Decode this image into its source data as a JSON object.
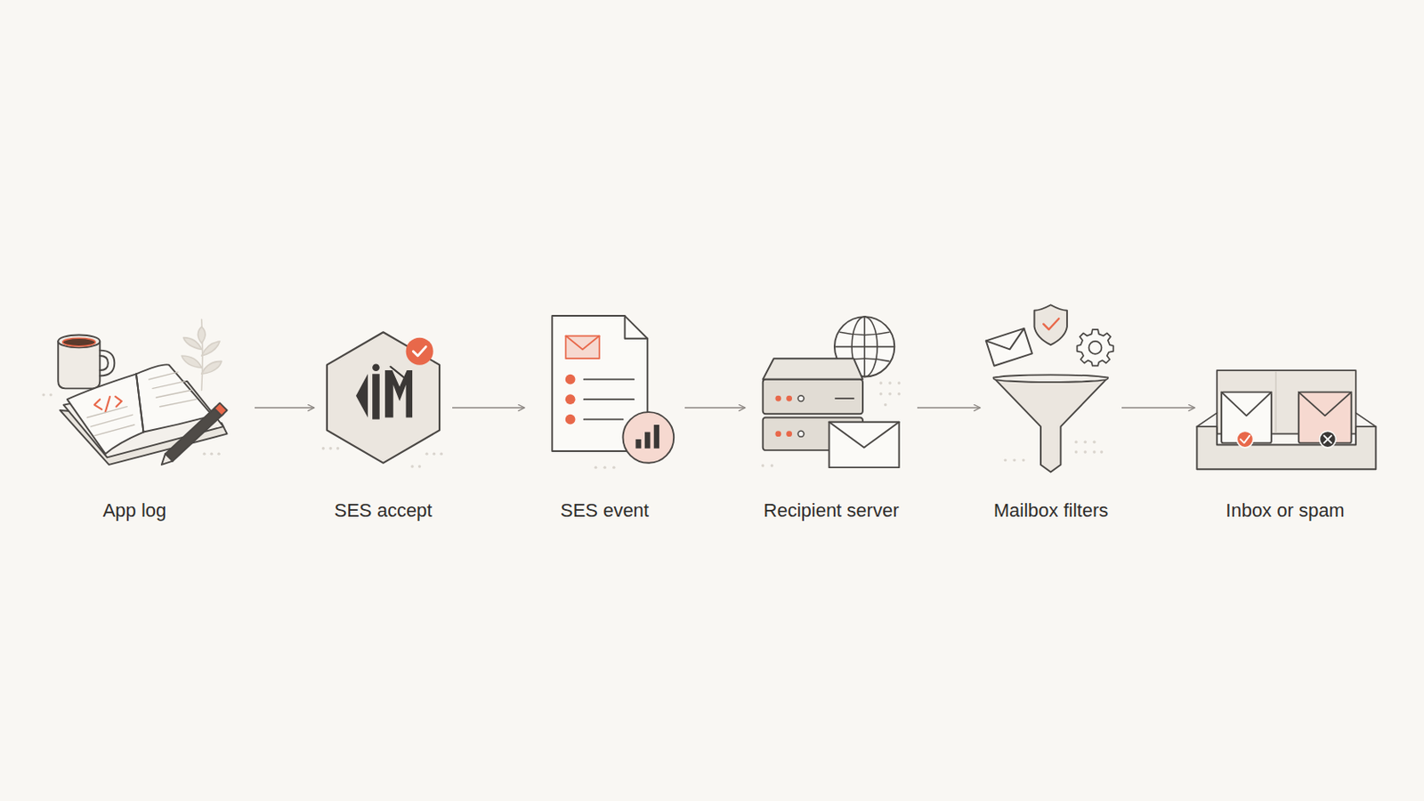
{
  "diagram": {
    "nodes": [
      {
        "text": [
          "App log"
        ]
      },
      {
        "text": [
          "SES accept"
        ]
      },
      {
        "text": [
          "SES event"
        ]
      },
      {
        "text": [
          "Recipient server"
        ]
      },
      {
        "text": [
          "Mailbox filters"
        ]
      },
      {
        "text": [
          "Inbox or spam"
        ]
      }
    ],
    "edges": [
      {
        "from": 0,
        "to": 1,
        "arrow": "to"
      },
      {
        "from": 1,
        "to": 2,
        "arrow": "to"
      },
      {
        "from": 2,
        "to": 3,
        "arrow": "to"
      },
      {
        "from": 3,
        "to": 4,
        "arrow": "to"
      },
      {
        "from": 4,
        "to": 5,
        "arrow": "to"
      }
    ]
  }
}
